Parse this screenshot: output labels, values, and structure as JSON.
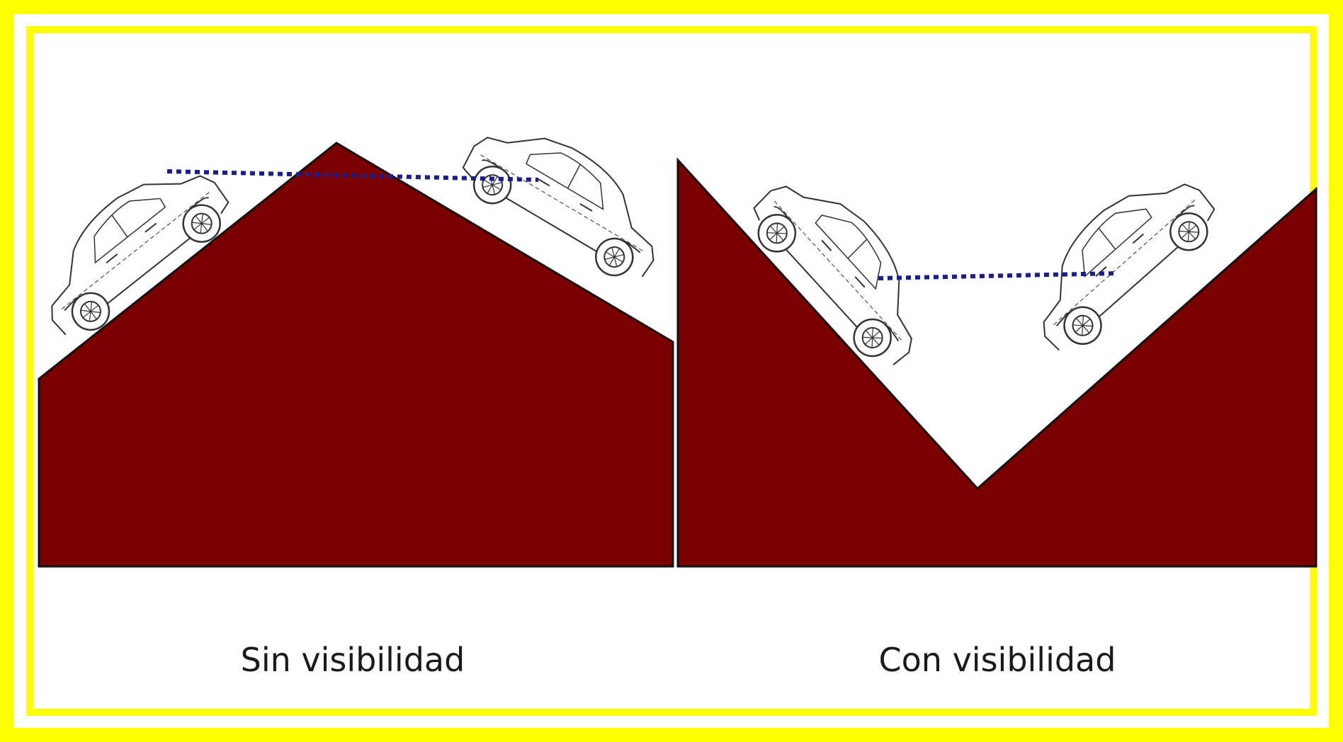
{
  "colors": {
    "frame": "#ffff00",
    "terrain": "#7a0000",
    "sightline": "#1c1c8c",
    "background": "#ffffff",
    "car_line": "#333333"
  },
  "panels": [
    {
      "id": "left",
      "terrain": "crest",
      "caption": "Sin visibilidad",
      "line_of_sight_blocked": true
    },
    {
      "id": "right",
      "terrain": "valley",
      "caption": "Con visibilidad",
      "line_of_sight_blocked": false
    }
  ]
}
